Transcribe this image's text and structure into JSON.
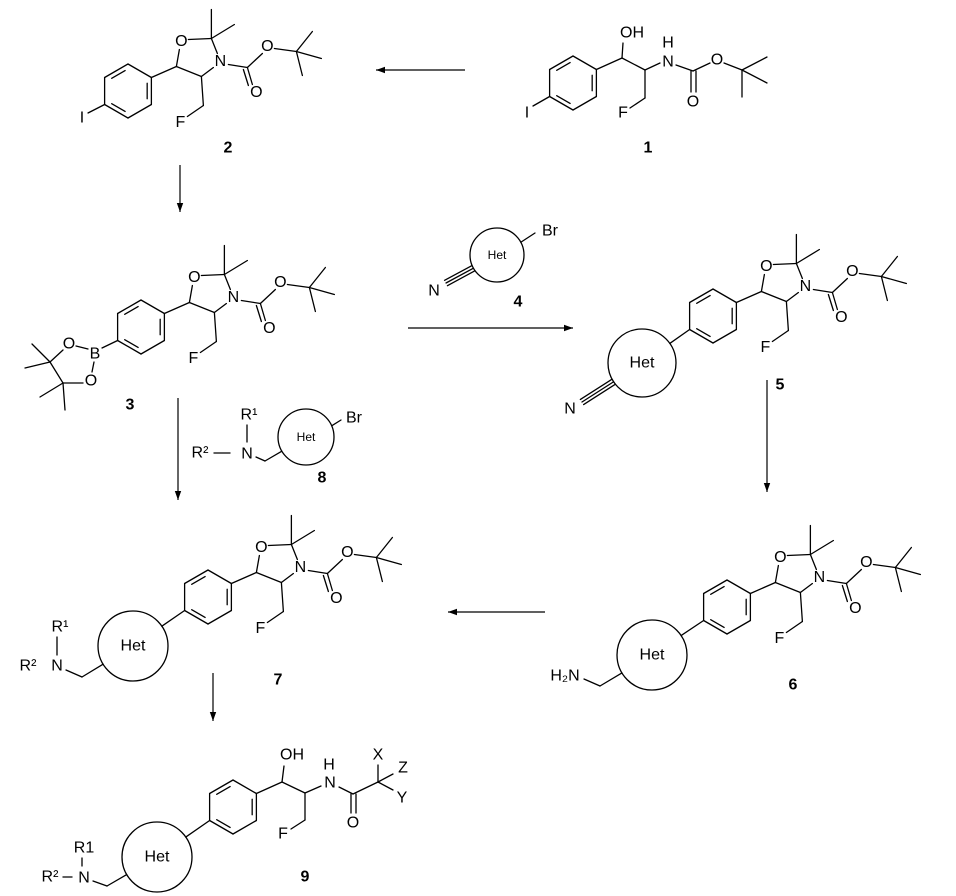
{
  "scheme": {
    "atoms": {
      "O": "O",
      "N": "N",
      "F": "F",
      "I": "I",
      "B": "B",
      "Br": "Br",
      "OH": "OH",
      "H": "H",
      "Het": "Het",
      "H2N": "H₂N",
      "R1": "R¹",
      "R2": "R²",
      "R1_plain": "R1",
      "X": "X",
      "Y": "Y",
      "Z": "Z"
    },
    "compounds": {
      "c1": {
        "number": "1"
      },
      "c2": {
        "number": "2"
      },
      "c3": {
        "number": "3"
      },
      "c4": {
        "number": "4"
      },
      "c5": {
        "number": "5"
      },
      "c6": {
        "number": "6"
      },
      "c7": {
        "number": "7"
      },
      "c8": {
        "number": "8"
      },
      "c9": {
        "number": "9"
      }
    },
    "arrows": [
      {
        "from": "1",
        "to": "2"
      },
      {
        "from": "2",
        "to": "3"
      },
      {
        "from": "3",
        "to": "5",
        "reagent": "4"
      },
      {
        "from": "3",
        "to": "7",
        "reagent": "8"
      },
      {
        "from": "5",
        "to": "6"
      },
      {
        "from": "6",
        "to": "7"
      },
      {
        "from": "7",
        "to": "9"
      }
    ]
  }
}
